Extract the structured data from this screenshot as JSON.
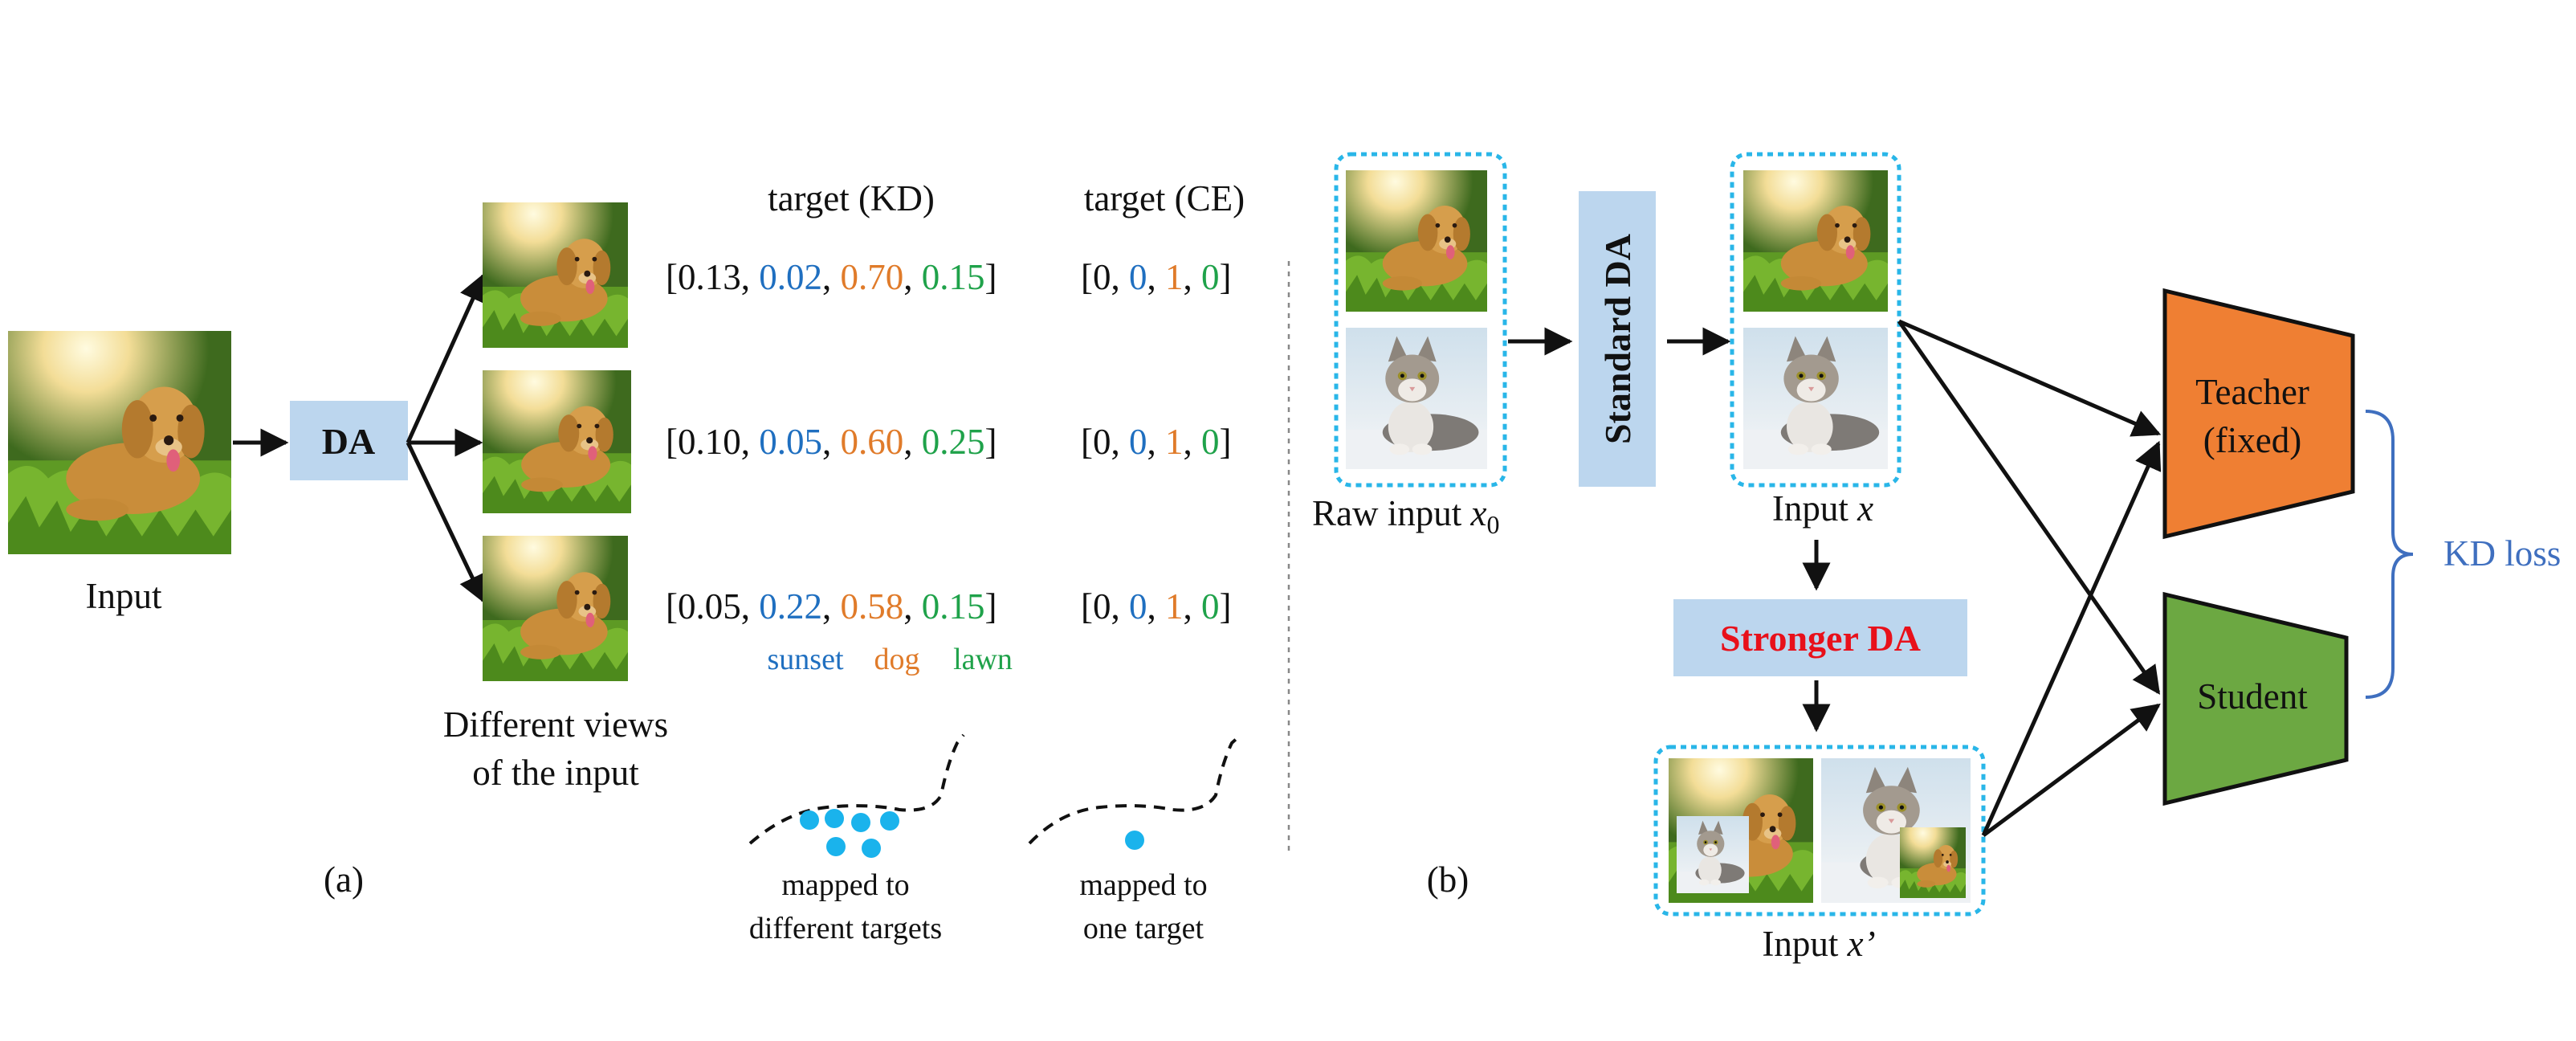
{
  "colors": {
    "da_box": "#bcd6ee",
    "teacher": "#ef7f33",
    "student": "#6ca842",
    "dotted_frame": "#29b6e8",
    "dot": "#1ab3ec",
    "class_blue": "#1f6fc0",
    "class_orange": "#e07b2a",
    "class_green": "#1fa24a",
    "strong_red": "#e8101a",
    "kd_brace": "#3f6fbf"
  },
  "panel_a": {
    "input_label": "Input",
    "da_label": "DA",
    "views_label_line1": "Different views",
    "views_label_line2": "of the input",
    "target_kd_header": "target (KD)",
    "target_ce_header": "target (CE)",
    "kd_rows": [
      [
        "0.13",
        "0.02",
        "0.70",
        "0.15"
      ],
      [
        "0.10",
        "0.05",
        "0.60",
        "0.25"
      ],
      [
        "0.05",
        "0.22",
        "0.58",
        "0.15"
      ]
    ],
    "ce_rows": [
      [
        "0",
        "0",
        "1",
        "0"
      ],
      [
        "0",
        "0",
        "1",
        "0"
      ],
      [
        "0",
        "0",
        "1",
        "0"
      ]
    ],
    "class_labels": {
      "sunset": "sunset",
      "dog": "dog",
      "lawn": "lawn"
    },
    "caption_kd_line1": "mapped to",
    "caption_kd_line2": "different targets",
    "caption_ce_line1": "mapped to",
    "caption_ce_line2": "one target",
    "tag": "(a)"
  },
  "panel_b": {
    "raw_input_label": "Raw input",
    "raw_input_symbol": "x",
    "raw_input_subscript": "0",
    "standard_da": "Standard DA",
    "input_x_label": "Input",
    "input_x_symbol": "x",
    "stronger_da": "Stronger DA",
    "input_x_prime_label": "Input",
    "input_x_prime_symbol": "x’",
    "teacher_line1": "Teacher",
    "teacher_line2": "(fixed)",
    "student": "Student",
    "kd_loss": "KD loss",
    "tag": "(b)"
  },
  "icons": {
    "dog": "golden-retriever-photo",
    "cat": "tabby-cat-photo"
  }
}
